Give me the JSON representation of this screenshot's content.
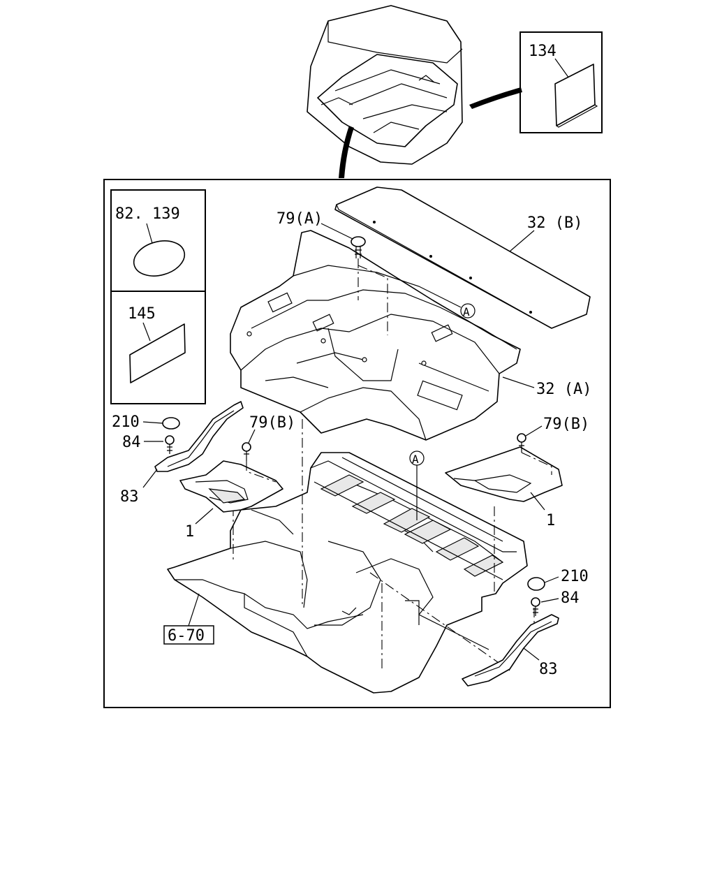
{
  "callouts": {
    "p134": "134",
    "p82_139": "82. 139",
    "p145": "145",
    "p79A": "79(A)",
    "p32B": "32 (B)",
    "p32A": "32 (A)",
    "pA_upper": "A",
    "pA_lower": "A",
    "p210_left": "210",
    "p84_left": "84",
    "p79B_left": "79(B)",
    "p79B_right": "79(B)",
    "p83_left": "83",
    "p1_left": "1",
    "p1_right": "1",
    "p210_right": "210",
    "p84_right": "84",
    "p83_right": "83",
    "ref_6_70": "6-70"
  }
}
